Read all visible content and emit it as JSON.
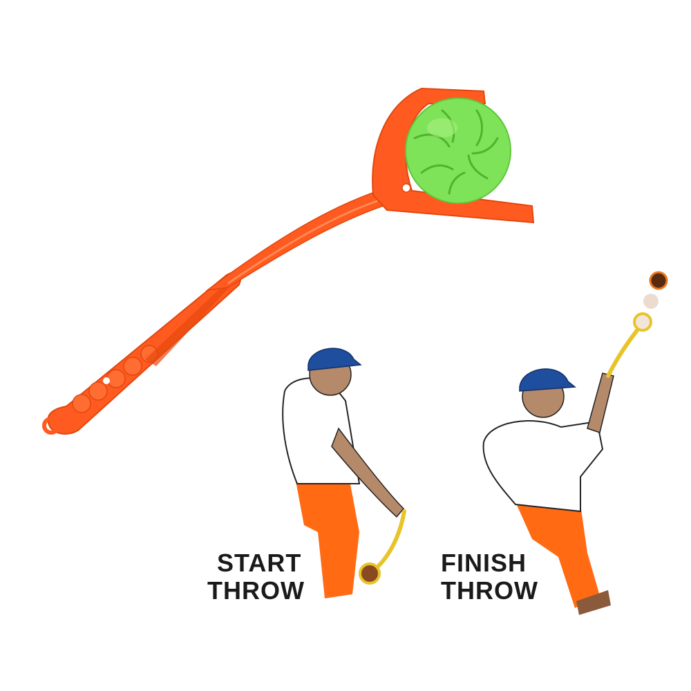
{
  "captions": {
    "start_line1": "START",
    "start_line2": "THROW",
    "finish_line1": "FINISH",
    "finish_line2": "THROW"
  },
  "colors": {
    "launcher": "#ff5a1f",
    "ball": "#7fe35a",
    "shirt": "#ffffff",
    "pants": "#ff6a13",
    "cap": "#1f4e9e",
    "skin": "#b48a6a",
    "mini_launcher": "#e8c42a"
  },
  "icons": [
    "ball-launcher-icon",
    "ball-icon",
    "thrower-start-figure",
    "thrower-finish-figure"
  ]
}
